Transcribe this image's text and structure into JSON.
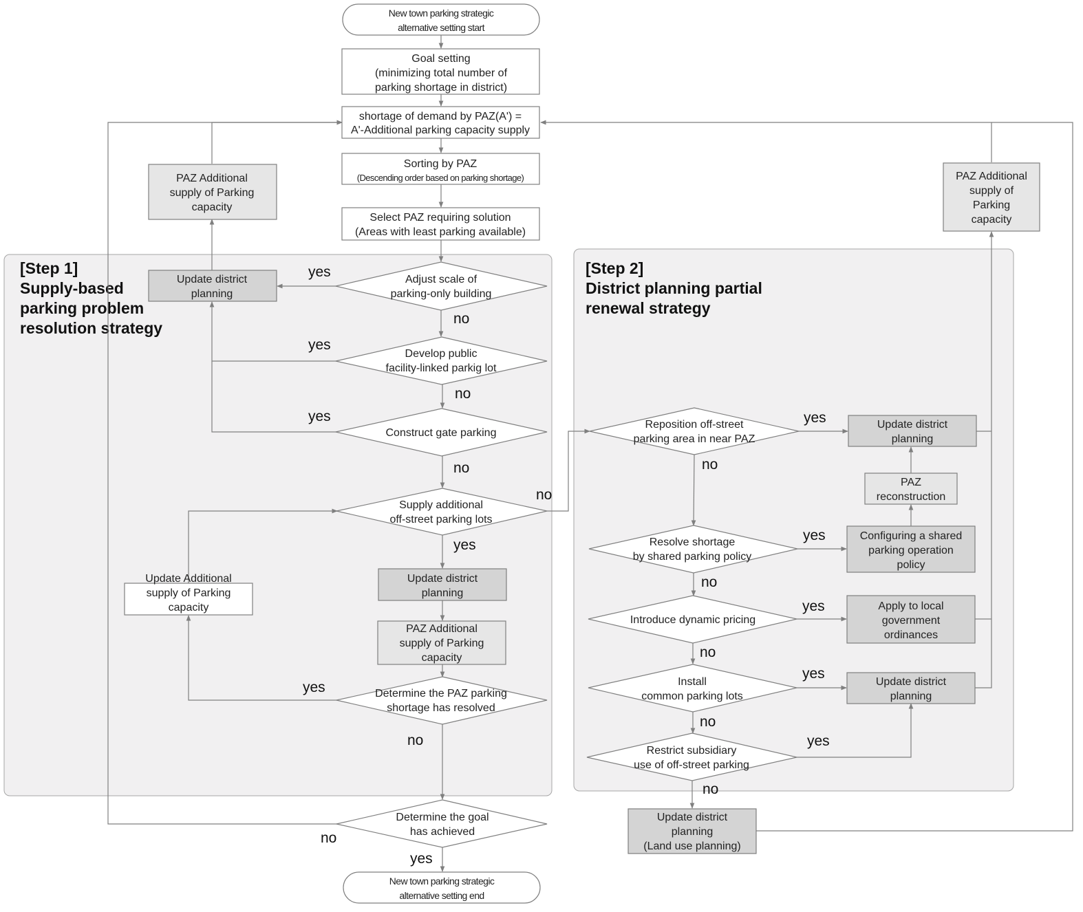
{
  "nodes": {
    "start": [
      "New town parking strategic",
      "alternative setting start"
    ],
    "goal": [
      "Goal setting",
      "(minimizing total number of",
      "parking shortage in district)"
    ],
    "shortage": [
      "shortage of demand by PAZ(Aʹ) =",
      "Aʹ-Additional parking capacity supply"
    ],
    "sorting": [
      "Sorting by PAZ"
    ],
    "sorting_sub": "(Descending order based on parking shortage)",
    "select": [
      "Select PAZ requiring solution",
      "(Areas with least parking available)"
    ],
    "paz_supply_left": [
      "PAZ Additional",
      "supply of Parking",
      "capacity"
    ],
    "paz_supply_right": [
      "PAZ Additional",
      "supply of",
      "Parking",
      "capacity"
    ],
    "update_s1_top": [
      "Update district",
      "planning"
    ],
    "adjust": [
      "Adjust scale of",
      "parking-only building"
    ],
    "develop": [
      "Develop public",
      "facility-linked parkig lot"
    ],
    "gate": [
      "Construct gate parking"
    ],
    "supply_lots": [
      "Supply additional",
      "off-street parking lots"
    ],
    "update_s1_mid": [
      "Update district",
      "planning"
    ],
    "paz_supply_mid": [
      "PAZ Additional",
      "supply of Parking",
      "capacity"
    ],
    "update_additional": [
      "Update Additional",
      "supply of Parking",
      "capacity"
    ],
    "determine_paz": [
      "Determine the PAZ parking",
      "shortage has resolved"
    ],
    "determine_goal": [
      "Determine the goal",
      "has achieved"
    ],
    "end": [
      "New town parking strategic",
      "alternative setting end"
    ],
    "reposition": [
      "Reposition off-street",
      "parking area in near PAZ"
    ],
    "update_s2_top": [
      "Update district",
      "planning"
    ],
    "paz_recon": [
      "PAZ",
      "reconstruction"
    ],
    "resolve_shared": [
      "Resolve shortage",
      "by shared parking policy"
    ],
    "config_shared": [
      "Configuring a shared",
      "parking operation",
      "policy"
    ],
    "dynamic": [
      "Introduce dynamic pricing"
    ],
    "apply_local": [
      "Apply to local",
      "government",
      "ordinances"
    ],
    "install": [
      "Install",
      "common parking lots"
    ],
    "update_s2_bot": [
      "Update district",
      "planning"
    ],
    "restrict": [
      "Restrict subsidiary",
      "use of off-street parking"
    ],
    "update_land": [
      "Update district",
      "planning",
      "(Land use planning)"
    ]
  },
  "step1_title": [
    "[Step 1]",
    "Supply-based",
    "parking problem",
    "resolution strategy"
  ],
  "step2_title": [
    "[Step 2]",
    "District planning partial",
    "renewal strategy"
  ],
  "edge_labels": {
    "yes": "yes",
    "no": "no"
  },
  "colors": {
    "panel_fill": "#f1f0f1",
    "box_light": "#e6e6e6",
    "box_dark": "#d4d4d4",
    "box_white": "#ffffff",
    "line": "#7f7f7f"
  }
}
